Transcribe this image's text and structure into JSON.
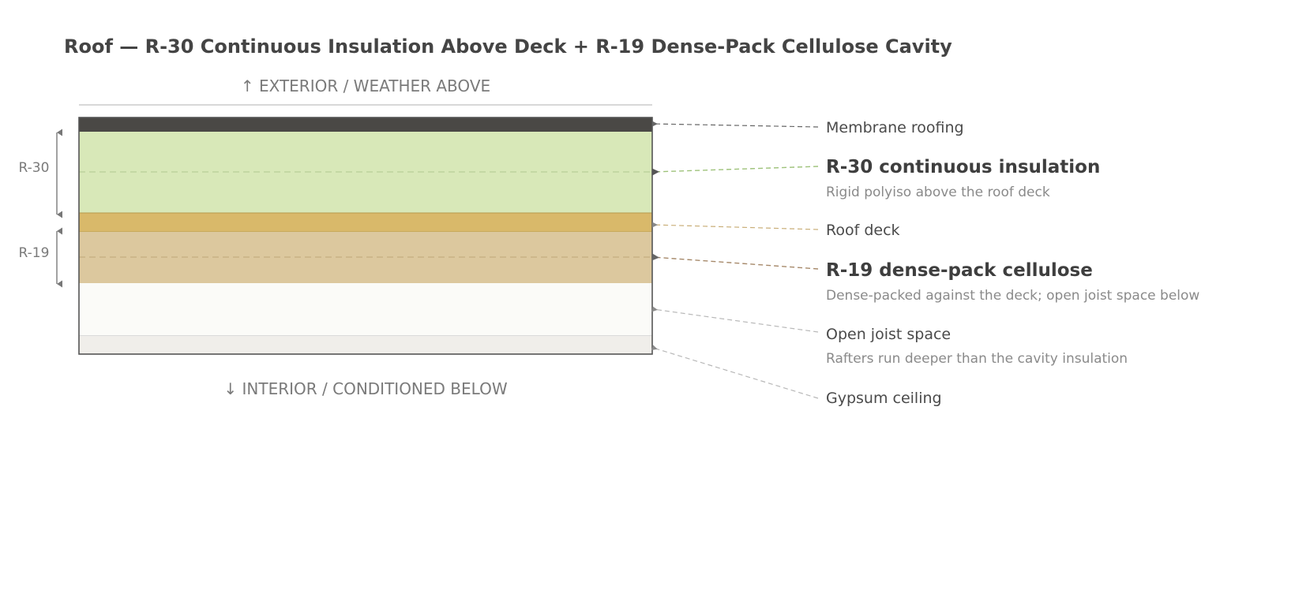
{
  "title": "Roof — R-30 Continuous Insulation Above Deck + R-19 Dense-Pack Cellulose Cavity",
  "orientation": {
    "top": "↑ EXTERIOR / WEATHER ABOVE",
    "bottom": "↓ INTERIOR / CONDITIONED BELOW"
  },
  "r_markers": {
    "upper": "R-30",
    "lower": "R-19"
  },
  "colors": {
    "membrane": "#4a4845",
    "rigid_insulation": "#d8e8b8",
    "roof_deck": "#d9b96a",
    "cellulose": "#dcc89e",
    "joist_space": "#fbfbf8",
    "gypsum": "#f0eeea",
    "outline": "#555555",
    "leader_dark": "#666666",
    "leader_green": "#9ec27a",
    "leader_tan": "#c9ae78",
    "leader_brown": "#a6896a",
    "leader_grey": "#b8b8b8"
  },
  "callouts": {
    "membrane": {
      "label": "Membrane roofing"
    },
    "rigid": {
      "label": "R-30 continuous insulation",
      "sub": "Rigid polyiso above the roof deck"
    },
    "deck": {
      "label": "Roof deck"
    },
    "cellulose": {
      "label": "R-19 dense-pack cellulose",
      "sub": "Dense-packed against the deck; open joist space below"
    },
    "joist": {
      "label": "Open joist space",
      "sub": "Rafters run deeper than the cavity insulation"
    },
    "gypsum": {
      "label": "Gypsum ceiling"
    }
  }
}
